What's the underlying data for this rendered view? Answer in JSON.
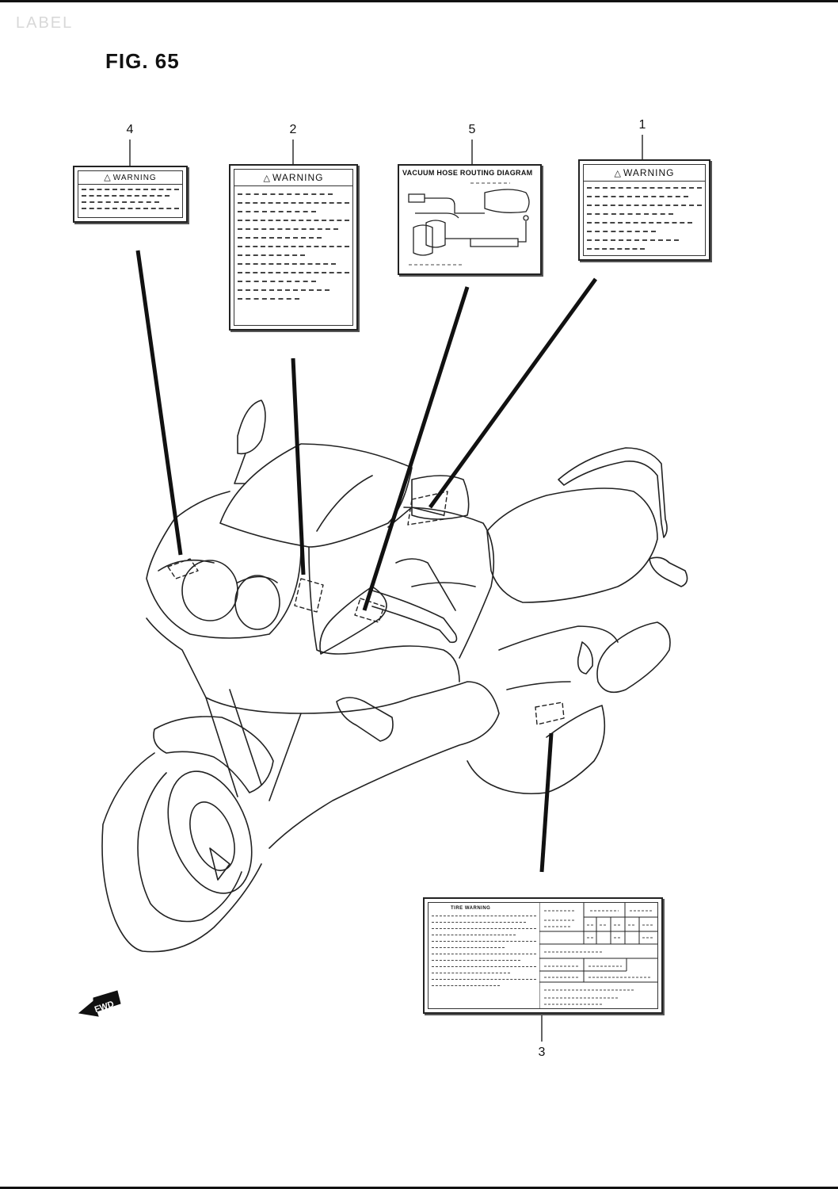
{
  "page": {
    "section_label": "LABEL",
    "figure_title": "FIG. 65"
  },
  "callouts": [
    {
      "number": "4"
    },
    {
      "number": "2"
    },
    {
      "number": "5"
    },
    {
      "number": "1"
    },
    {
      "number": "3"
    }
  ],
  "labels": {
    "label_4": {
      "heading": "WARNING"
    },
    "label_2": {
      "heading": "WARNING"
    },
    "label_5": {
      "heading": "VACUUM HOSE ROUTING DIAGRAM"
    },
    "label_1": {
      "heading": "WARNING"
    },
    "label_3": {
      "heading": "TIRE WARNING"
    }
  },
  "direction_marker": {
    "text": "FWD"
  },
  "icons": {
    "warning": "warning-triangle-icon",
    "forward_arrow": "forward-arrow-icon"
  }
}
